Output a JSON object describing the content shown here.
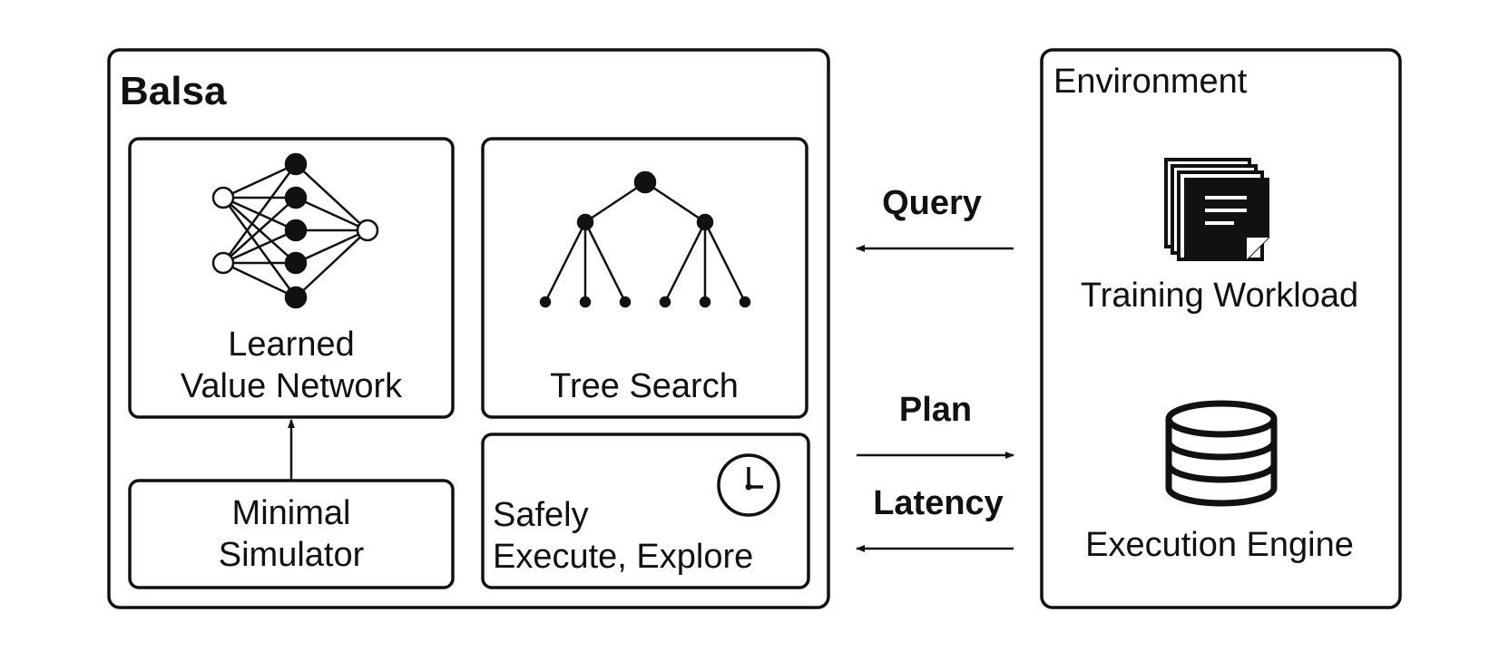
{
  "balsa": {
    "title": "Balsa",
    "value_network": {
      "label_line1": "Learned",
      "label_line2": "Value Network"
    },
    "tree_search": {
      "label": "Tree Search"
    },
    "simulator": {
      "label_line1": "Minimal",
      "label_line2": "Simulator"
    },
    "safe_execution": {
      "label_line1": "Safely",
      "label_line2": "Execute, Explore",
      "icon": "clock-icon"
    }
  },
  "environment": {
    "title": "Environment",
    "training_workload": {
      "label": "Training Workload",
      "icon": "documents-icon"
    },
    "execution_engine": {
      "label": "Execution Engine",
      "icon": "database-icon"
    }
  },
  "flows": {
    "query": "Query",
    "plan": "Plan",
    "latency": "Latency"
  }
}
